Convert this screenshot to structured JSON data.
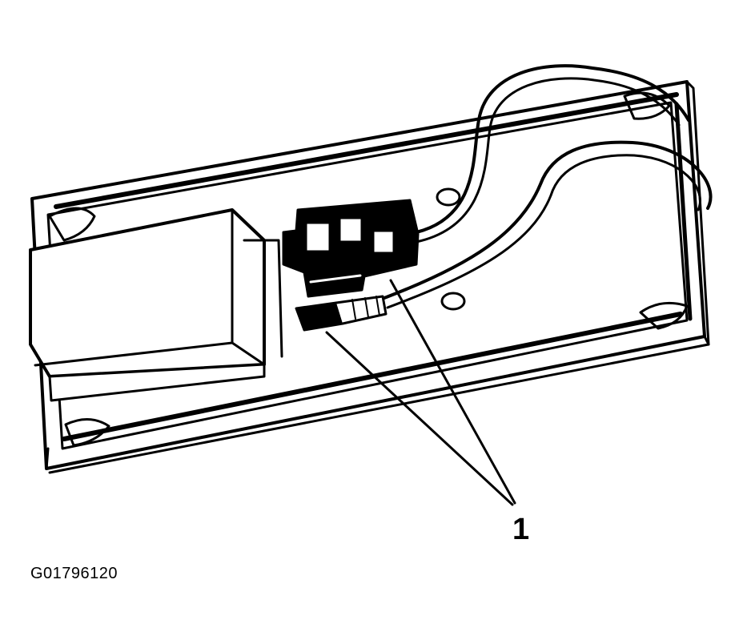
{
  "figure": {
    "callout": "1",
    "figure_id": "G01796120"
  },
  "colors": {
    "ink": "#000000",
    "paper": "#ffffff"
  },
  "parts": [
    "base-plate",
    "module-box",
    "connector-block",
    "small-connector",
    "wire-harness",
    "callout-leader-lines"
  ]
}
